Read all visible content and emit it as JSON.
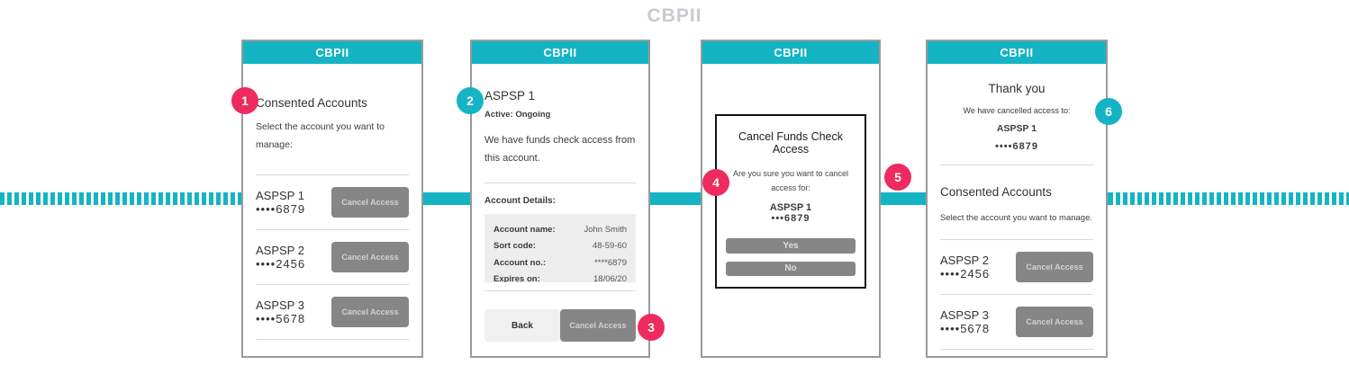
{
  "page_title": "CBPII",
  "colors": {
    "teal": "#14b4c4",
    "pink": "#ee2a5e",
    "button_gray": "#868686",
    "button_light": "#f0f0f0",
    "frame_border": "#9a9a9a",
    "muted_title": "#c6cbd0",
    "table_bg": "#ededed"
  },
  "flow_line": {
    "style": "dashed-ends-solid-middle",
    "color": "#14b4c4"
  },
  "screens": [
    {
      "id": "consented-accounts",
      "header": "CBPII",
      "title": "Consented Accounts",
      "subtitle": "Select the account you want to manage:",
      "accounts": [
        {
          "name": "ASPSP 1",
          "number": "••••6879",
          "action": "Cancel Access"
        },
        {
          "name": "ASPSP 2",
          "number": "••••2456",
          "action": "Cancel Access"
        },
        {
          "name": "ASPSP 3",
          "number": "••••5678",
          "action": "Cancel Access"
        }
      ]
    },
    {
      "id": "account-detail",
      "header": "CBPII",
      "title": "ASPSP 1",
      "status": "Active: Ongoing",
      "description": "We have funds check access from this account.",
      "details_heading": "Account Details:",
      "details": [
        {
          "label": "Account name:",
          "value": "John Smith"
        },
        {
          "label": "Sort code:",
          "value": "48-59-60"
        },
        {
          "label": "Account no.:",
          "value": "****6879"
        },
        {
          "label": "Expires on:",
          "value": "18/06/20"
        }
      ],
      "back_label": "Back",
      "cancel_label": "Cancel Access"
    },
    {
      "id": "cancel-confirmation",
      "header": "CBPII",
      "modal": {
        "title": "Cancel Funds Check Access",
        "message": "Are you sure you want to cancel access for:",
        "account_name": "ASPSP 1",
        "account_number": "•••6879",
        "yes_label": "Yes",
        "no_label": "No"
      }
    },
    {
      "id": "thank-you",
      "header": "CBPII",
      "title": "Thank you",
      "message": "We have cancelled access to:",
      "account_name": "ASPSP 1",
      "account_number": "••••6879",
      "section_title": "Consented Accounts",
      "section_subtitle": "Select the account you want to manage.",
      "accounts": [
        {
          "name": "ASPSP 2",
          "number": "••••2456",
          "action": "Cancel Access"
        },
        {
          "name": "ASPSP 3",
          "number": "••••5678",
          "action": "Cancel Access"
        }
      ]
    }
  ],
  "badges": [
    {
      "number": "1",
      "color": "#ee2a5e"
    },
    {
      "number": "2",
      "color": "#14b4c4"
    },
    {
      "number": "3",
      "color": "#ee2a5e"
    },
    {
      "number": "4",
      "color": "#ee2a5e"
    },
    {
      "number": "5",
      "color": "#ee2a5e"
    },
    {
      "number": "6",
      "color": "#14b4c4"
    }
  ]
}
